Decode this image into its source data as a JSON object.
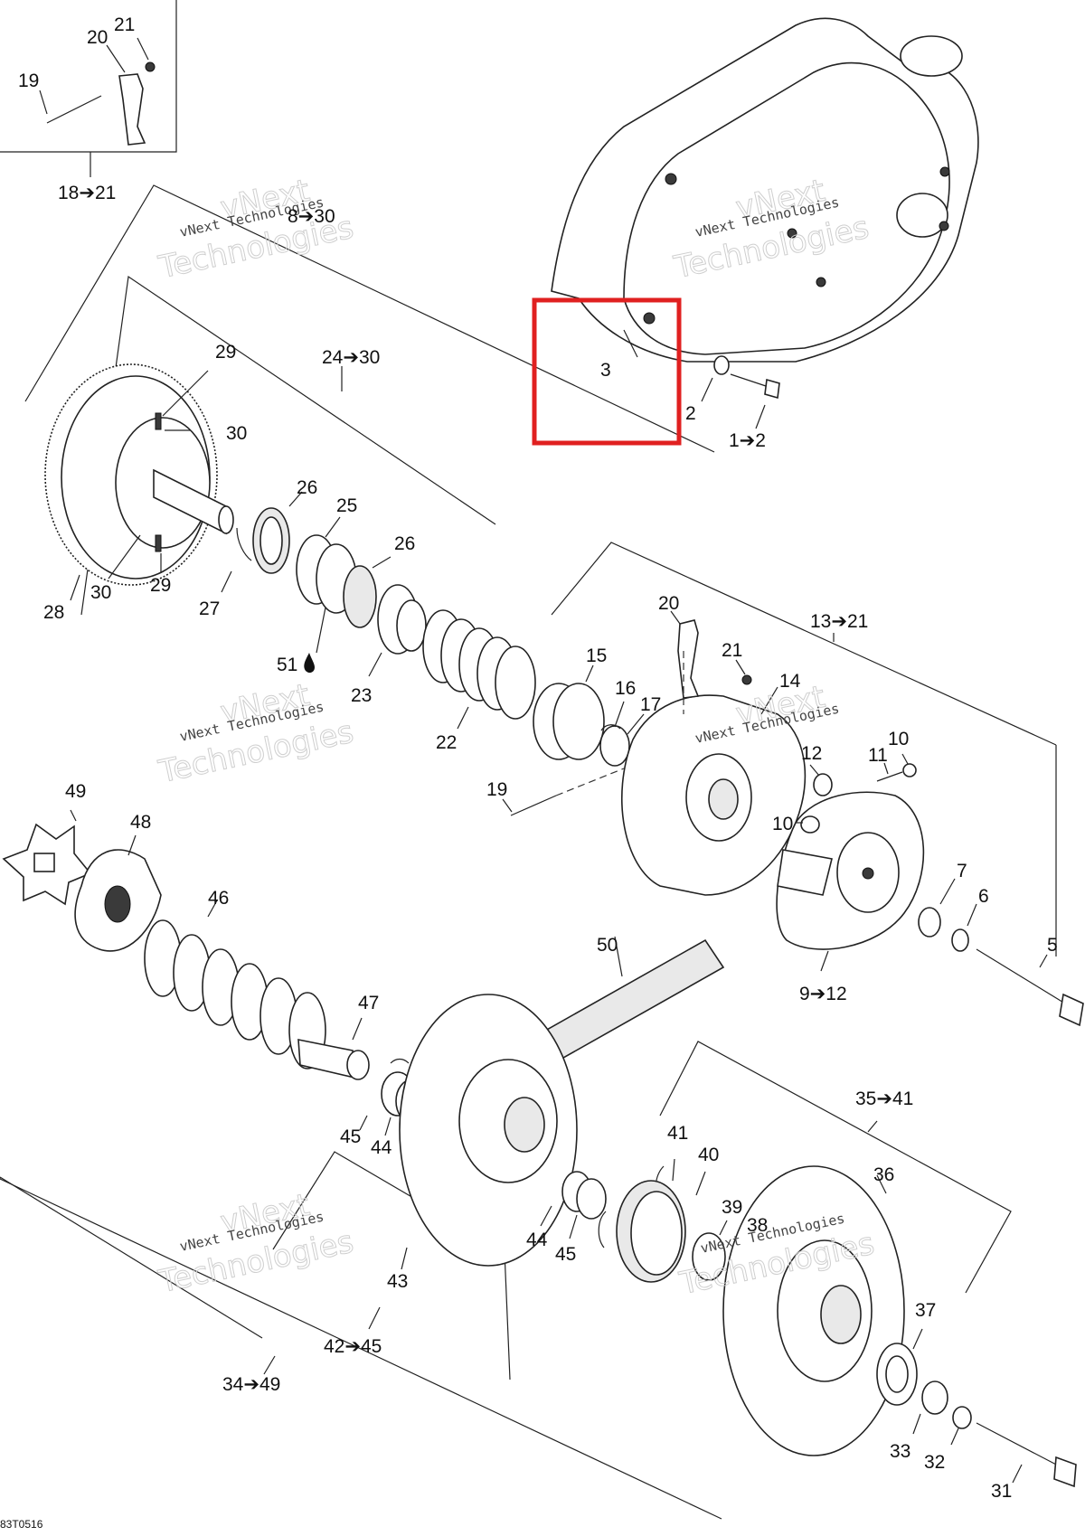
{
  "callouts": [
    {
      "id": "c-1-2",
      "text": "1➔2"
    },
    {
      "id": "c-2",
      "text": "2"
    },
    {
      "id": "c-3",
      "text": "3"
    },
    {
      "id": "c-5",
      "text": "5"
    },
    {
      "id": "c-6",
      "text": "6"
    },
    {
      "id": "c-7",
      "text": "7"
    },
    {
      "id": "c-8-30",
      "text": "8➔30"
    },
    {
      "id": "c-9-12",
      "text": "9➔12"
    },
    {
      "id": "c-10a",
      "text": "10"
    },
    {
      "id": "c-10b",
      "text": "10"
    },
    {
      "id": "c-11",
      "text": "11"
    },
    {
      "id": "c-12",
      "text": "12"
    },
    {
      "id": "c-13-21",
      "text": "13➔21"
    },
    {
      "id": "c-14",
      "text": "14"
    },
    {
      "id": "c-15",
      "text": "15"
    },
    {
      "id": "c-16",
      "text": "16"
    },
    {
      "id": "c-17",
      "text": "17"
    },
    {
      "id": "c-18-21",
      "text": "18➔21"
    },
    {
      "id": "c-19a",
      "text": "19"
    },
    {
      "id": "c-19b",
      "text": "19"
    },
    {
      "id": "c-20a",
      "text": "20"
    },
    {
      "id": "c-20b",
      "text": "20"
    },
    {
      "id": "c-21a",
      "text": "21"
    },
    {
      "id": "c-21b",
      "text": "21"
    },
    {
      "id": "c-22",
      "text": "22"
    },
    {
      "id": "c-23",
      "text": "23"
    },
    {
      "id": "c-24-30",
      "text": "24➔30"
    },
    {
      "id": "c-25",
      "text": "25"
    },
    {
      "id": "c-26a",
      "text": "26"
    },
    {
      "id": "c-26b",
      "text": "26"
    },
    {
      "id": "c-27",
      "text": "27"
    },
    {
      "id": "c-28",
      "text": "28"
    },
    {
      "id": "c-29a",
      "text": "29"
    },
    {
      "id": "c-29b",
      "text": "29"
    },
    {
      "id": "c-30a",
      "text": "30"
    },
    {
      "id": "c-30b",
      "text": "30"
    },
    {
      "id": "c-31",
      "text": "31"
    },
    {
      "id": "c-32",
      "text": "32"
    },
    {
      "id": "c-33",
      "text": "33"
    },
    {
      "id": "c-34-49",
      "text": "34➔49"
    },
    {
      "id": "c-35-41",
      "text": "35➔41"
    },
    {
      "id": "c-36",
      "text": "36"
    },
    {
      "id": "c-37",
      "text": "37"
    },
    {
      "id": "c-38",
      "text": "38"
    },
    {
      "id": "c-39",
      "text": "39"
    },
    {
      "id": "c-40",
      "text": "40"
    },
    {
      "id": "c-41",
      "text": "41"
    },
    {
      "id": "c-42-45",
      "text": "42➔45"
    },
    {
      "id": "c-43",
      "text": "43"
    },
    {
      "id": "c-44a",
      "text": "44"
    },
    {
      "id": "c-44b",
      "text": "44"
    },
    {
      "id": "c-45a",
      "text": "45"
    },
    {
      "id": "c-45b",
      "text": "45"
    },
    {
      "id": "c-46",
      "text": "46"
    },
    {
      "id": "c-47",
      "text": "47"
    },
    {
      "id": "c-48",
      "text": "48"
    },
    {
      "id": "c-49",
      "text": "49"
    },
    {
      "id": "c-50",
      "text": "50"
    },
    {
      "id": "c-51",
      "text": "51"
    }
  ],
  "watermark": {
    "line1": "vNext Technologies",
    "line2": "vNext",
    "line3": "Technologies"
  },
  "figure_code": "83T0516",
  "highlight": {
    "color": "#e02020",
    "target_callout": "3"
  },
  "colors": {
    "line": "#222222",
    "watermark": "#c4c4c4"
  }
}
